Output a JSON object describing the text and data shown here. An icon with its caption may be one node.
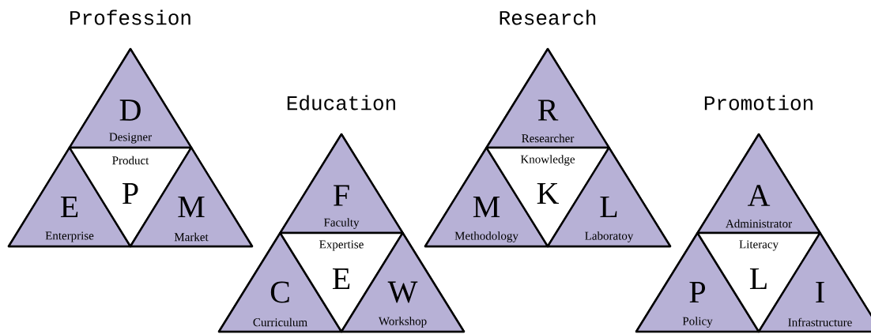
{
  "diagram": {
    "nodes": [
      {
        "text": [
          "Profession"
        ]
      },
      {
        "text": [
          "D",
          "Designer"
        ],
        "in": 0
      },
      {
        "text": [
          "E",
          "Enterprise"
        ],
        "in": 0
      },
      {
        "text": [
          "Product",
          "P"
        ],
        "in": 0
      },
      {
        "text": [
          "M",
          "Market"
        ],
        "in": 0
      },
      {
        "text": [
          "Education"
        ]
      },
      {
        "text": [
          "F",
          "Faculty"
        ],
        "in": 5
      },
      {
        "text": [
          "C",
          "Curriculum"
        ],
        "in": 5
      },
      {
        "text": [
          "Expertise",
          "E"
        ],
        "in": 5
      },
      {
        "text": [
          "W",
          "Workshop"
        ],
        "in": 5
      },
      {
        "text": [
          "Research"
        ]
      },
      {
        "text": [
          "R",
          "Researcher"
        ],
        "in": 10
      },
      {
        "text": [
          "M",
          "Methodology"
        ],
        "in": 10
      },
      {
        "text": [
          "Knowledge",
          "K"
        ],
        "in": 10
      },
      {
        "text": [
          "L",
          "Laboratoy"
        ],
        "in": 10
      },
      {
        "text": [
          "Promotion"
        ]
      },
      {
        "text": [
          "A",
          "Administrator"
        ],
        "in": 15
      },
      {
        "text": [
          "P",
          "Policy"
        ],
        "in": 15
      },
      {
        "text": [
          "Literacy",
          "L"
        ],
        "in": 15
      },
      {
        "text": [
          "I",
          "Infrastructure"
        ],
        "in": 15
      }
    ]
  }
}
